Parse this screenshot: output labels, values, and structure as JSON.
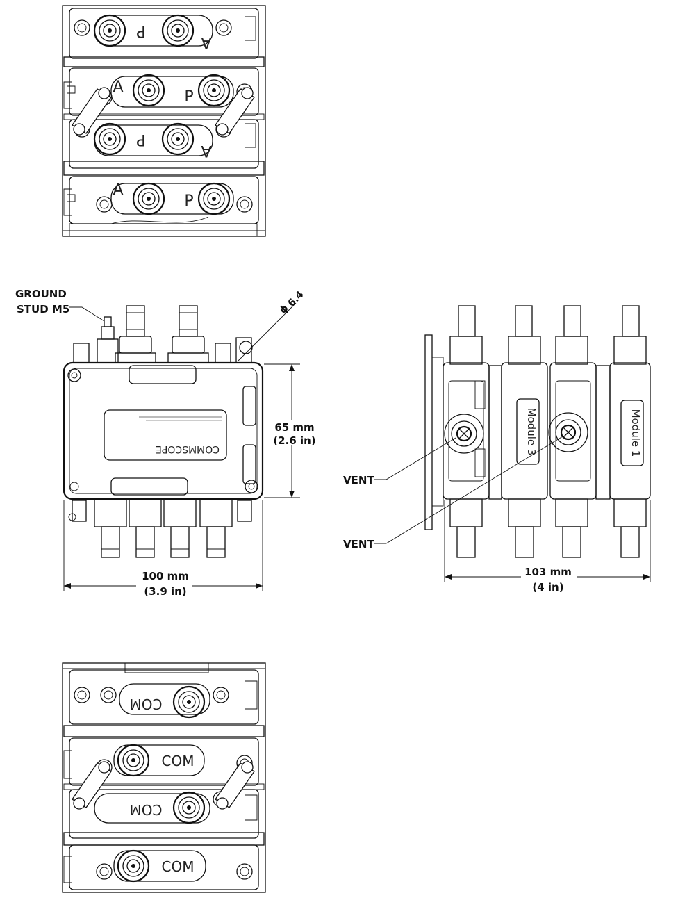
{
  "labels": {
    "ground_stud": [
      "GROUND",
      "STUD M5"
    ],
    "diameter": "6.4",
    "diameter_symbol": "ϕ",
    "height_dim": [
      "65 mm",
      "(2.6 in)"
    ],
    "width_dim": [
      "100 mm",
      "(3.9 in)"
    ],
    "depth_dim": [
      "103 mm",
      "(4 in)"
    ],
    "vent_top": "VENT",
    "vent_bottom": "VENT",
    "module_3": "Module 3",
    "module_1": "Module 1",
    "brand": "COMMSCOPE"
  },
  "top_view_ports": [
    {
      "left": "P",
      "right": "A",
      "mirrored": true
    },
    {
      "left": "A",
      "right": "P",
      "mirrored": false
    },
    {
      "left": "P",
      "right": "A",
      "mirrored": true
    },
    {
      "left": "A",
      "right": "P",
      "mirrored": false
    }
  ],
  "bottom_view_ports": [
    {
      "label": "COM",
      "mirrored": true
    },
    {
      "label": "COM",
      "mirrored": false
    },
    {
      "label": "COM",
      "mirrored": true
    },
    {
      "label": "COM",
      "mirrored": false
    }
  ]
}
